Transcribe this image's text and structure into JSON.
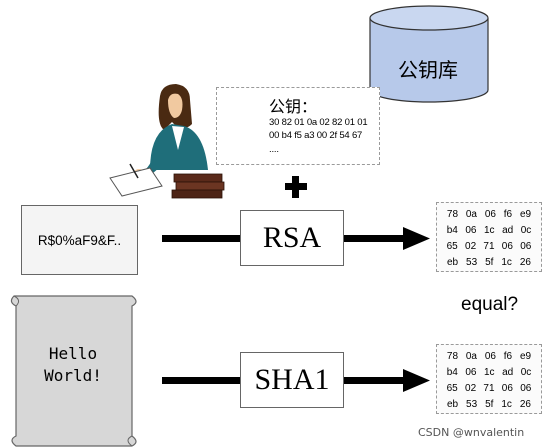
{
  "database": {
    "label": "公钥库"
  },
  "public_key": {
    "title": "公钥：",
    "lines": [
      "30 82 01 0a 02 82 01 01",
      "00 b4 f5 a3 00 2f 54 67",
      "...."
    ]
  },
  "signature": {
    "text": "R$0%aF9&F.."
  },
  "rsa": {
    "label": "RSA"
  },
  "sha1": {
    "label": "SHA1"
  },
  "hash_rsa": {
    "rows": [
      [
        "78",
        "0a",
        "06",
        "f6",
        "e9"
      ],
      [
        "b4",
        "06",
        "1c",
        "ad",
        "0c"
      ],
      [
        "65",
        "02",
        "71",
        "06",
        "06"
      ],
      [
        "eb",
        "53",
        "5f",
        "1c",
        "26"
      ]
    ]
  },
  "hash_sha1": {
    "rows": [
      [
        "78",
        "0a",
        "06",
        "f6",
        "e9"
      ],
      [
        "b4",
        "06",
        "1c",
        "ad",
        "0c"
      ],
      [
        "65",
        "02",
        "71",
        "06",
        "06"
      ],
      [
        "eb",
        "53",
        "5f",
        "1c",
        "26"
      ]
    ]
  },
  "compare": {
    "label": "equal?"
  },
  "document": {
    "line1": "Hello",
    "line2": "World!"
  },
  "credit": {
    "text": "CSDN @wnvalentin"
  },
  "colors": {
    "cylinder": "#b7c9ea",
    "scroll": "#d7d7d7",
    "jacket": "#1f6e7a",
    "key": "#e0a321"
  }
}
